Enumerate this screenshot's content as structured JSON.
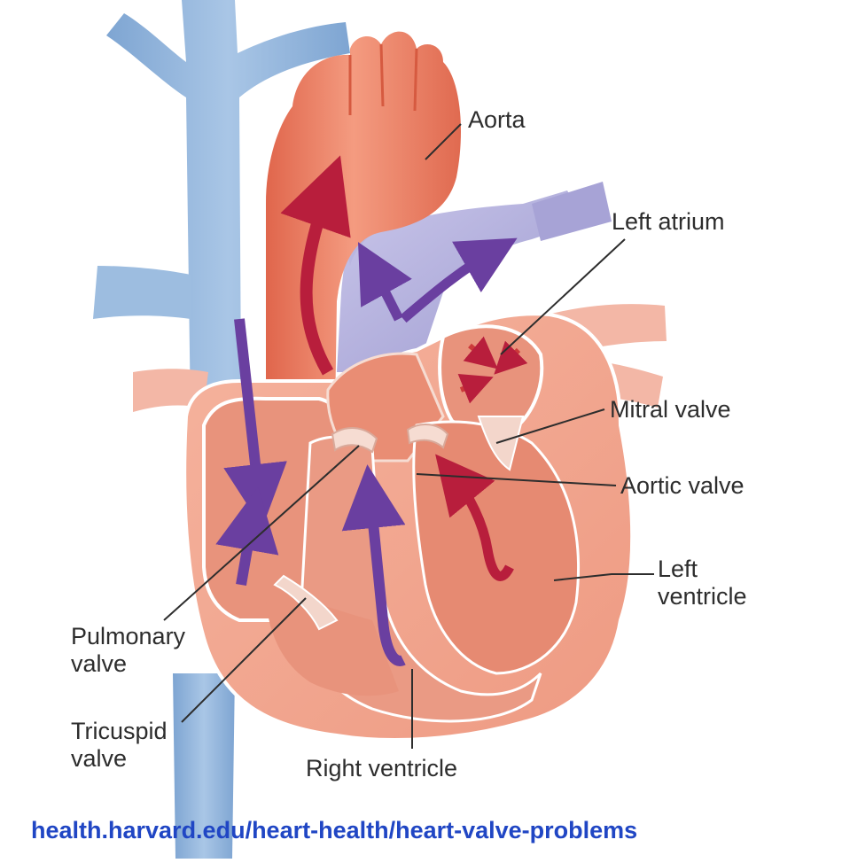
{
  "diagram": {
    "labels": {
      "aorta": "Aorta",
      "left_atrium": "Left atrium",
      "mitral_valve": "Mitral valve",
      "aortic_valve": "Aortic valve",
      "left_ventricle": "Left\nventricle",
      "pulmonary_valve": "Pulmonary\nvalve",
      "tricuspid_valve": "Tricuspid\nvalve",
      "right_ventricle": "Right ventricle"
    },
    "colors": {
      "vein_blue": "#8fb3d9",
      "vein_blue_dark": "#6f97c4",
      "heart_salmon": "#f2a48f",
      "aorta_red": "#ea7a60",
      "chamber_inner": "#e8937c",
      "arrow_purple": "#6a3fa0",
      "arrow_red": "#b81e3c",
      "pulmonary_lavender": "#b7b4dd"
    }
  },
  "source": "health.harvard.edu/heart-health/heart-valve-problems"
}
